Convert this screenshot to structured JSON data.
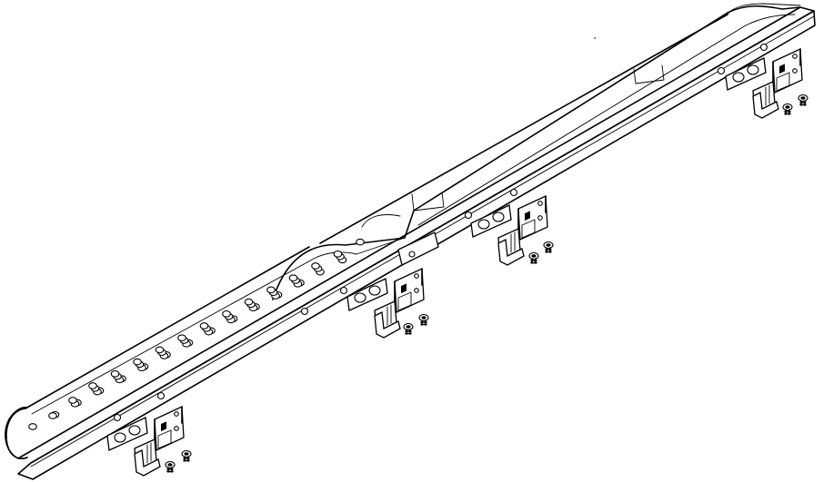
{
  "diagram": {
    "subject": "running-board",
    "components": {
      "step_board": 1,
      "mounting_brackets": 4,
      "spacer_plates": 4,
      "bolts_per_bracket": 2
    },
    "colors": {
      "line": "#000000",
      "background": "#ffffff"
    }
  }
}
